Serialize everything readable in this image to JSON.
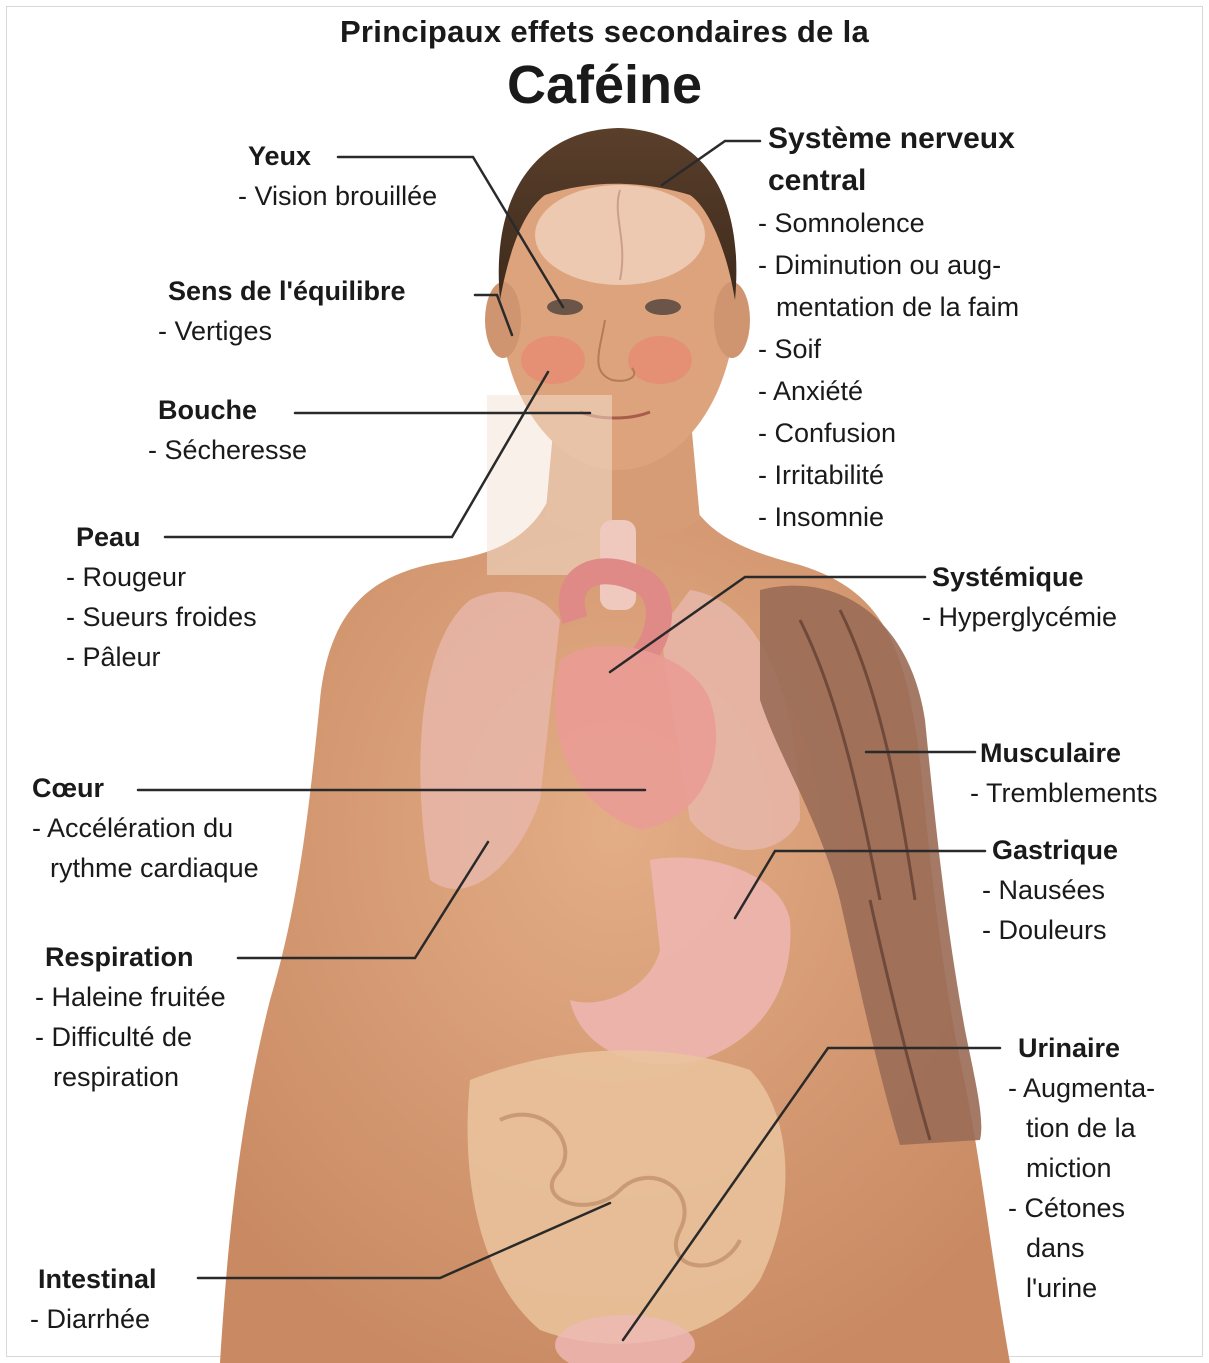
{
  "title_line1": "Principaux effets secondaires de la",
  "title_line2": "Caféine",
  "colors": {
    "skin": "#d9a07a",
    "skin_light": "#e8b995",
    "hair": "#4a3424",
    "organs": "#e7b0a6",
    "muscle": "#8e6451",
    "leader_line": "#2a2a2a",
    "text": "#1a1a1a"
  },
  "icons": {
    "body": "human-torso-figure",
    "brain": "brain-overlay",
    "lungs": "lungs-overlay",
    "heart": "heart-overlay",
    "stomach": "stomach-overlay",
    "intestines": "intestines-overlay",
    "arm_muscle": "arm-muscle-overlay"
  },
  "labels": {
    "yeux": {
      "head": [
        "Yeux"
      ],
      "items": [
        [
          "- Vision brouillée"
        ]
      ]
    },
    "equilibre": {
      "head": [
        "Sens de l'équilibre"
      ],
      "items": [
        [
          "- Vertiges"
        ]
      ]
    },
    "bouche": {
      "head": [
        "Bouche"
      ],
      "items": [
        [
          "- Sécheresse"
        ]
      ]
    },
    "peau": {
      "head": [
        "Peau"
      ],
      "items": [
        [
          "- Rougeur"
        ],
        [
          "- Sueurs froides"
        ],
        [
          "- Pâleur"
        ]
      ]
    },
    "coeur": {
      "head": [
        "Cœur"
      ],
      "items": [
        [
          "- Accélération du",
          "rythme cardiaque"
        ]
      ]
    },
    "respiration": {
      "head": [
        "Respiration"
      ],
      "items": [
        [
          "- Haleine fruitée"
        ],
        [
          "- Difficulté de",
          "respiration"
        ]
      ]
    },
    "intestinal": {
      "head": [
        "Intestinal"
      ],
      "items": [
        [
          "- Diarrhée"
        ]
      ]
    },
    "snc": {
      "head": [
        "Système nerveux",
        "central"
      ],
      "items": [
        [
          "- Somnolence"
        ],
        [
          "- Diminution ou aug-",
          "mentation de la faim"
        ],
        [
          "- Soif"
        ],
        [
          "- Anxiété"
        ],
        [
          "- Confusion"
        ],
        [
          "- Irritabilité"
        ],
        [
          "- Insomnie"
        ]
      ]
    },
    "systemique": {
      "head": [
        "Systémique"
      ],
      "items": [
        [
          "- Hyperglycémie"
        ]
      ]
    },
    "musculaire": {
      "head": [
        "Musculaire"
      ],
      "items": [
        [
          "- Tremblements"
        ]
      ]
    },
    "gastrique": {
      "head": [
        "Gastrique"
      ],
      "items": [
        [
          "- Nausées"
        ],
        [
          "- Douleurs"
        ]
      ]
    },
    "urinaire": {
      "head": [
        "Urinaire"
      ],
      "items": [
        [
          "- Augmenta-",
          "tion de la",
          "miction"
        ],
        [
          "- Cétones",
          "dans",
          "l'urine"
        ]
      ]
    }
  }
}
